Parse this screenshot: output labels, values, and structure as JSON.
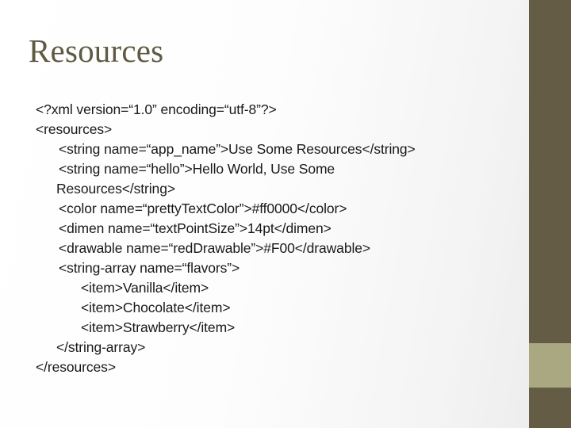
{
  "slide": {
    "title": "Resources",
    "colors": {
      "title_text": "#5f5a43",
      "band_dark": "#645c45",
      "band_light": "#aaa880",
      "code_text": "#191919",
      "background_light": "#ffffff",
      "background_shade": "#ebebeb"
    }
  },
  "code": {
    "language": "xml",
    "lines": [
      {
        "indent": 0,
        "text": "<?xml version=“1.0” encoding=“utf-8”?>"
      },
      {
        "indent": 0,
        "text": "<resources>"
      },
      {
        "indent": 1,
        "text": "<string name=“app_name”>Use Some Resources</string>"
      },
      {
        "indent": 1,
        "text": "<string name=“hello”>Hello World, Use Some"
      },
      {
        "indent": 2,
        "text": "Resources</string>"
      },
      {
        "indent": 1,
        "text": "<color name=“prettyTextColor”>#ff0000</color>"
      },
      {
        "indent": 1,
        "text": "<dimen name=“textPointSize”>14pt</dimen>"
      },
      {
        "indent": 1,
        "text": "<drawable name=“redDrawable”>#F00</drawable>"
      },
      {
        "indent": 1,
        "text": "<string-array name=“flavors”>"
      },
      {
        "indent": 3,
        "text": "<item>Vanilla</item>"
      },
      {
        "indent": 3,
        "text": "<item>Chocolate</item>"
      },
      {
        "indent": 3,
        "text": "<item>Strawberry</item>"
      },
      {
        "indent": 2,
        "text": "</string-array>"
      },
      {
        "indent": 0,
        "text": "</resources>"
      }
    ]
  }
}
